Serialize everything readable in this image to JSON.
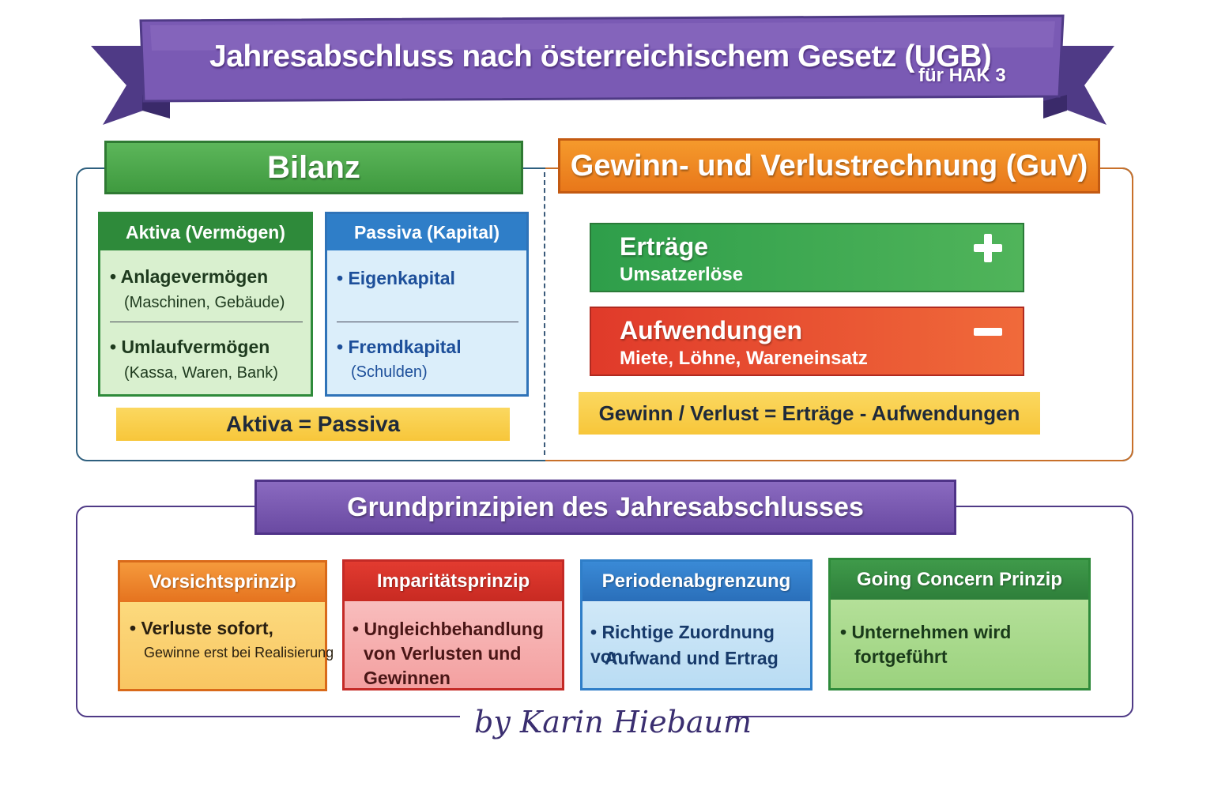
{
  "title": {
    "main": "Jahresabschluss nach österreichischem Gesetz (UGB)",
    "sub": "für HAK 3"
  },
  "bilanz": {
    "header": "Bilanz",
    "aktiva": {
      "header": "Aktiva (Vermögen)",
      "items": [
        {
          "main": "• Anlagevermögen",
          "sub": "(Maschinen, Gebäude)"
        },
        {
          "main": "• Umlaufvermögen",
          "sub": "(Kassa, Waren, Bank)"
        }
      ]
    },
    "passiva": {
      "header": "Passiva (Kapital)",
      "items": [
        {
          "main": "• Eigenkapital"
        },
        {
          "main": "• Fremdkapital",
          "sub": "(Schulden)"
        }
      ]
    },
    "equation": "Aktiva = Passiva"
  },
  "guv": {
    "header": "Gewinn- und Verlustrechnung (GuV)",
    "ertraege": {
      "title": "Erträge",
      "sub": "Umsatzerlöse",
      "sign_icon": "plus-icon"
    },
    "aufwendungen": {
      "title": "Aufwendungen",
      "sub": "Miete, Löhne, Wareneinsatz",
      "sign_icon": "minus-icon"
    },
    "equation": "Gewinn / Verlust = Erträge - Aufwendungen"
  },
  "grundprinzipien": {
    "header": "Grundprinzipien des Jahresabschlusses",
    "cards": [
      {
        "title": "Vorsichtsprinzip",
        "lines": [
          "• Verluste sofort,"
        ],
        "small": "Gewinne erst bei Realisierung",
        "color": "#e5731f"
      },
      {
        "title": "Imparitätsprinzip",
        "lines": [
          "• Ungleichbehandlung",
          "von Verlusten und",
          "Gewinnen"
        ],
        "color": "#c82a22"
      },
      {
        "title": "Periodenabgrenzung",
        "lines": [
          "• Richtige Zuordnung von",
          "Aufwand und Ertrag"
        ],
        "color": "#2a6fba"
      },
      {
        "title": "Going Concern Prinzip",
        "lines": [
          "• Unternehmen wird",
          "fortgeführt"
        ],
        "color": "#2e7f3a"
      }
    ]
  },
  "signature": "by Karin Hiebaum",
  "colors": {
    "banner": "#6f52a8",
    "bilanz": "#3f9a3f",
    "guv": "#e8771a",
    "ertraege": "#2e9e4a",
    "aufwendungen": "#e03a2a",
    "equation": "#f7c63a"
  }
}
